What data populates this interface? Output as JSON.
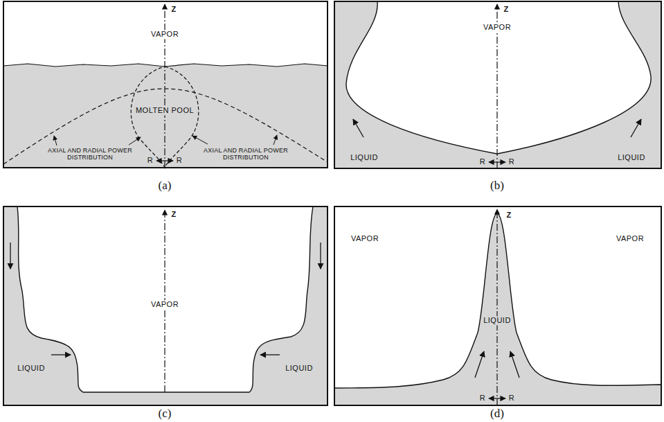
{
  "diagram": {
    "labels": [
      "Z",
      "VAPOR",
      "MOLTEN POOL",
      "AXIAL AND RADIAL POWER DISTRIBUTION",
      "AXIAL AND RADIAL POWER DISTRIBUTION",
      "R",
      "R",
      "(a)",
      "Z",
      "VAPOR",
      "LIQUID",
      "LIQUID",
      "R",
      "R",
      "(b)",
      "Z",
      "VAPOR",
      "LIQUID",
      "LIQUID",
      "(c)",
      "Z",
      "VAPOR",
      "VAPOR",
      "LIQUID",
      "R",
      "R",
      "(d)"
    ]
  }
}
